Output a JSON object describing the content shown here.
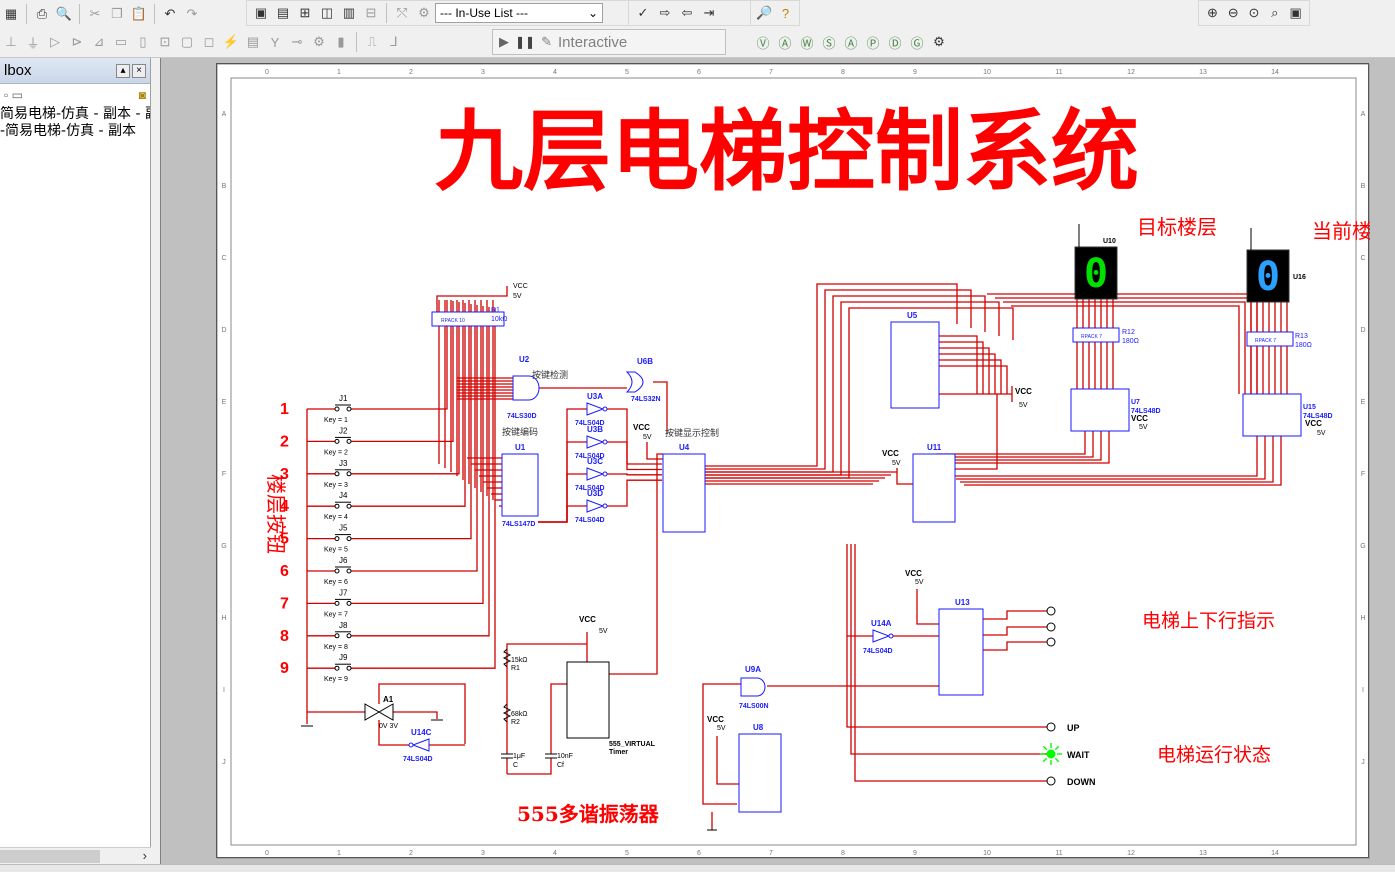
{
  "toolbar": {
    "in_use_list_label": "--- In-Use List ---",
    "simulation_mode_label": "Interactive"
  },
  "design_toolbox": {
    "title": "lbox",
    "tree_items": [
      "简易电梯-仿真 - 副本 - 副",
      "-简易电梯-仿真 - 副本"
    ]
  },
  "schematic": {
    "title": "九层电梯控制系统",
    "display_target_label": "目标楼层",
    "display_current_label": "当前楼层",
    "floor_buttons_label": "楼层按钮",
    "oscillator_label": "555多谐振荡器",
    "direction_label": "电梯上下行指示",
    "status_label": "电梯运行状态",
    "floor_numbers": [
      "1",
      "2",
      "3",
      "4",
      "5",
      "6",
      "7",
      "8",
      "9"
    ],
    "key_labels": [
      "Key = 1",
      "Key = 2",
      "Key = 3",
      "Key = 4",
      "Key = 5",
      "Key = 6",
      "Key = 7",
      "Key = 8",
      "Key = 9"
    ],
    "switch_refs": [
      "J1",
      "J2",
      "J3",
      "J4",
      "J5",
      "J6",
      "J7",
      "J8",
      "J9"
    ],
    "status_outputs": [
      "UP",
      "WAIT",
      "DOWN"
    ],
    "border_numbers": [
      "0",
      "1",
      "2",
      "3",
      "4",
      "5",
      "6",
      "7",
      "8",
      "9",
      "10",
      "11",
      "12",
      "13",
      "14"
    ],
    "border_letters": [
      "A",
      "B",
      "C",
      "D",
      "E",
      "F",
      "G",
      "H",
      "I",
      "J"
    ],
    "components": {
      "vcc": "VCC",
      "five_volt": "5V",
      "r1": "R1",
      "r1_val": "10kΩ",
      "rpack": "RPACK 10",
      "rpack7": "RPACK 7",
      "u2": "U2",
      "u2_type": "74LS30D",
      "u2_note": "按键检测",
      "u6b": "U6B",
      "u6b_type": "74LS32N",
      "u1": "U1",
      "u1_type": "74LS147D",
      "u1_note": "按键编码",
      "u3a": "U3A",
      "u3b": "U3B",
      "u3c": "U3C",
      "u3d": "U3D",
      "inv_type": "74LS04D",
      "u4": "U4",
      "u4_note": "按键显示控制",
      "u5": "U5",
      "u10": "U10",
      "u16": "U16",
      "r12": "R12",
      "r13": "R13",
      "r_disp_val": "180Ω",
      "u7": "U7",
      "u15": "U15",
      "decoder_type": "74LS48D",
      "u11": "U11",
      "u13": "U13",
      "u14a": "U14A",
      "u14c": "U14C",
      "u9a": "U9A",
      "u9a_type": "74LS00N",
      "u8": "U8",
      "timer_name": "555_VIRTUAL",
      "timer_sub": "Timer",
      "r_15k": "15kΩ",
      "r_68k": "68kΩ",
      "r2": "R2",
      "c_1uf": "1μF",
      "c_label": "C",
      "c_10nf": "10nF",
      "cf_label": "Cf",
      "a1": "A1",
      "a1_val": "0V 3V",
      "seg_digit_target": "0",
      "seg_digit_current": "0"
    }
  },
  "colors": {
    "wire": "#d00000",
    "component": "#1a1aff",
    "title": "#ff0000",
    "seg_target": "#00e000",
    "seg_current": "#2aa0ff",
    "led_wait": "#00ff00"
  }
}
